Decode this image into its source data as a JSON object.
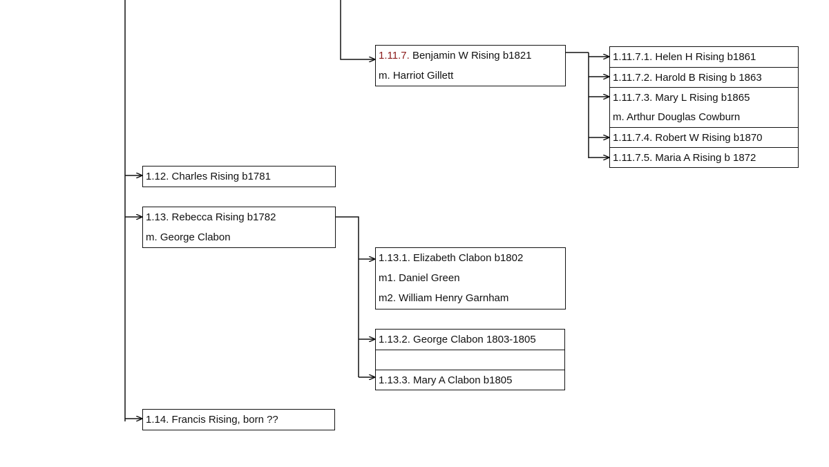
{
  "nodes": {
    "n1117": {
      "number": "1.11.7.",
      "number_color": "#8b1a1a",
      "name": "Benjamin W Rising b1821",
      "spouse": "m. Harriot Gillett"
    },
    "n11171": {
      "text": "1.11.7.1. Helen H Rising b1861"
    },
    "n11172": {
      "text": "1.11.7.2. Harold B Rising b 1863"
    },
    "n11173": {
      "text": "1.11.7.3. Mary L Rising b1865",
      "spouse": "m. Arthur Douglas Cowburn"
    },
    "n11174": {
      "text": "1.11.7.4. Robert W Rising b1870"
    },
    "n11175": {
      "text": "1.11.7.5. Maria A Rising b 1872"
    },
    "n112": {
      "text": "1.12. Charles Rising b1781"
    },
    "n113": {
      "text": "1.13. Rebecca Rising b1782",
      "spouse": "m. George Clabon"
    },
    "n1131": {
      "text": "1.13.1. Elizabeth Clabon b1802",
      "spouse1": "m1. Daniel Green",
      "spouse2": "m2. William Henry Garnham"
    },
    "n1132": {
      "text": "1.13.2. George Clabon 1803-1805",
      "blank": ""
    },
    "n1133": {
      "text": "1.13.3. Mary A Clabon b1805"
    },
    "n114": {
      "text": "1.14. Francis Rising, born ??"
    }
  },
  "colors": {
    "line": "#111111",
    "highlight_number": "#8b1a1a"
  }
}
